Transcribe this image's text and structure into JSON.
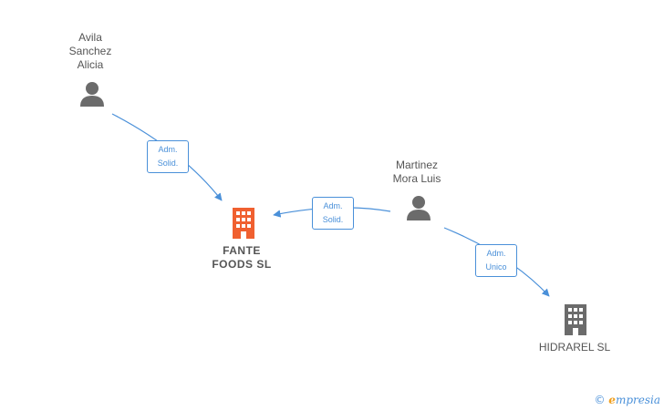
{
  "nodes": {
    "avila": {
      "label": "Avila\nSanchez\nAlicia",
      "type": "person"
    },
    "martinez": {
      "label": "Martinez\nMora Luis",
      "type": "person"
    },
    "fante": {
      "label": "FANTE\nFOODS  SL",
      "type": "company",
      "color": "#f06030"
    },
    "hidrarel": {
      "label": "HIDRAREL SL",
      "type": "company",
      "color": "#6b6b6b"
    }
  },
  "edges": {
    "avila_fante": "Adm.\nSolid.",
    "martinez_fante": "Adm.\nSolid.",
    "martinez_hidrarel": "Adm.\nUnico"
  },
  "colors": {
    "edge": "#4a90d9",
    "person_icon": "#6b6b6b"
  },
  "brand": {
    "copyright": "©",
    "initial": "e",
    "name": "mpresia"
  }
}
